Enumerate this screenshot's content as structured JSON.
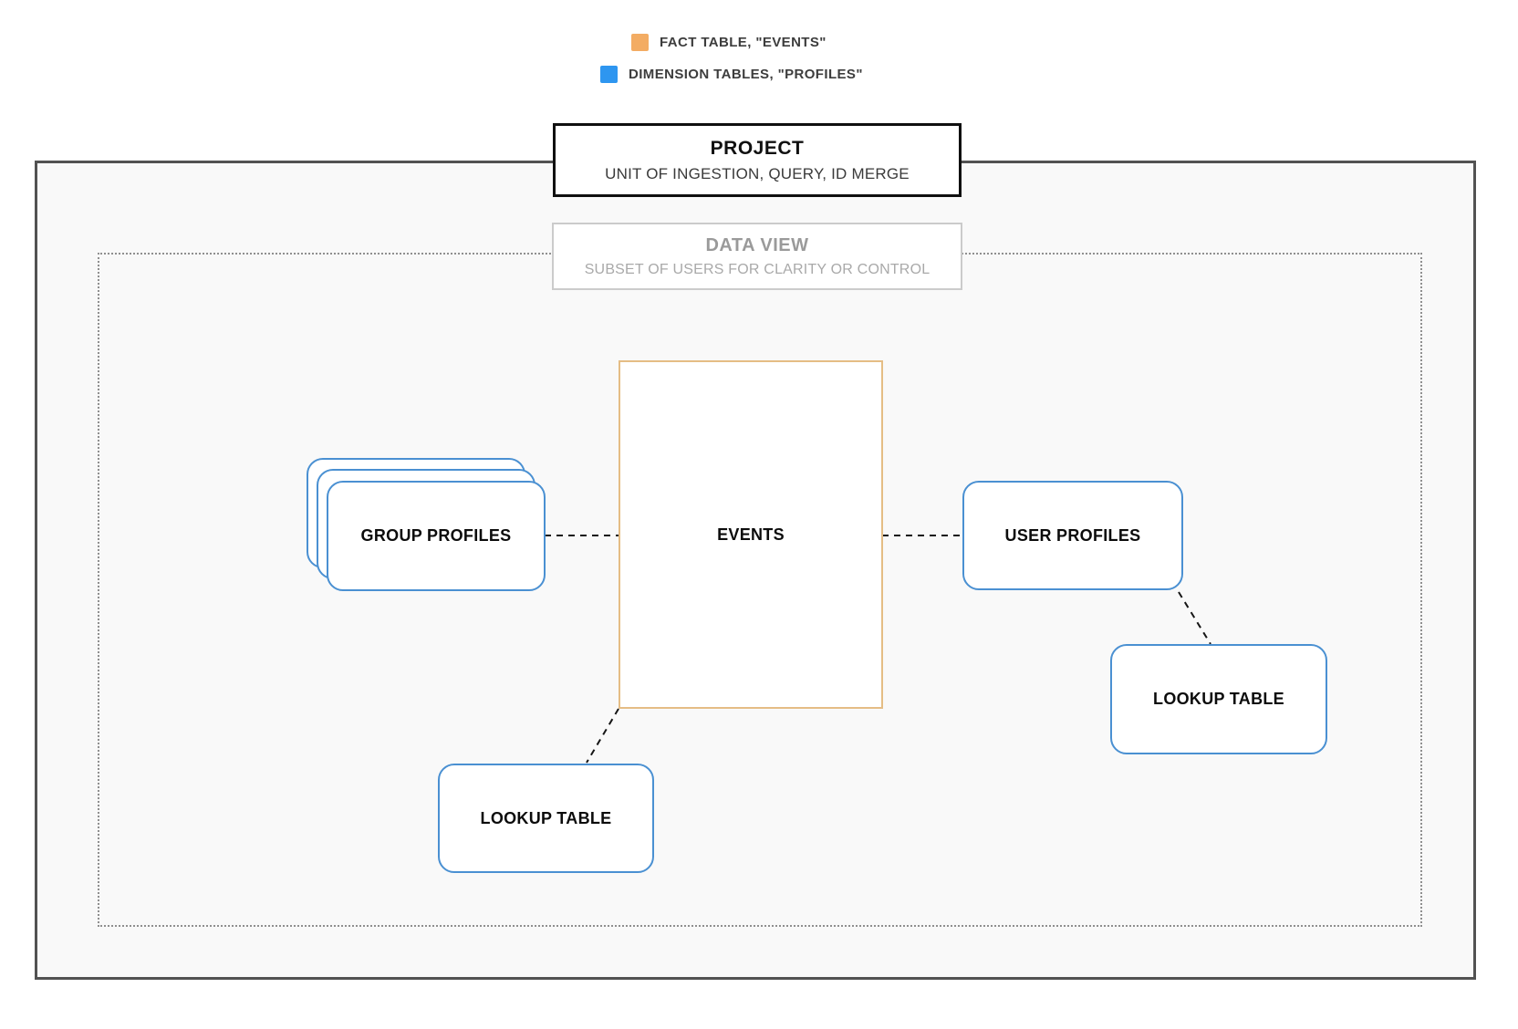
{
  "legend": {
    "items": [
      {
        "id": "fact",
        "label": "FACT TABLE, \"EVENTS\"",
        "color": "#f3ac63"
      },
      {
        "id": "dimension",
        "label": "DIMENSION TABLES, \"PROFILES\"",
        "color": "#2e96f0"
      }
    ]
  },
  "project": {
    "title": "PROJECT",
    "subtitle": "UNIT OF INGESTION, QUERY, ID MERGE"
  },
  "data_view": {
    "title": "DATA VIEW",
    "subtitle": "SUBSET OF USERS FOR CLARITY OR CONTROL"
  },
  "nodes": {
    "events": {
      "label": "EVENTS",
      "type": "fact"
    },
    "group_profiles": {
      "label": "GROUP PROFILES",
      "type": "dimension"
    },
    "user_profiles": {
      "label": "USER PROFILES",
      "type": "dimension"
    },
    "lookup_table_bottom": {
      "label": "LOOKUP TABLE",
      "type": "dimension"
    },
    "lookup_table_right": {
      "label": "LOOKUP TABLE",
      "type": "dimension"
    }
  },
  "colors": {
    "fact_orange": "#f3ac63",
    "dimension_blue": "#2e96f0",
    "node_border_blue": "#4a90d2",
    "events_border_orange": "#e5bd85",
    "outer_boundary_border": "#525252",
    "dotted_boundary_border": "#8f8f8f",
    "connector": "#161616"
  }
}
